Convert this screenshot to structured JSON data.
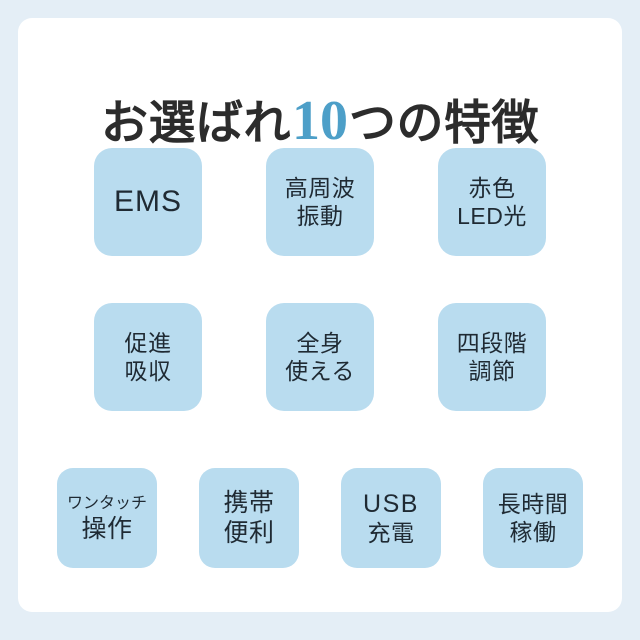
{
  "theme": {
    "page_background": "#e4eef6",
    "card_background": "#ffffff",
    "chip_background": "#b9dcef",
    "chip_text_color": "#1f2a33",
    "title_color": "#2c2c2c",
    "title_accent_color": "#4d9fc8"
  },
  "header": {
    "title_prefix": "お選ばれ",
    "title_number": "10",
    "title_suffix": "つの特徴",
    "title_full": "お選ばれ10つの特徴"
  },
  "features": {
    "row1": [
      {
        "line1": "EMS",
        "line2": ""
      },
      {
        "line1": "高周波",
        "line2": "振動"
      },
      {
        "line1": "赤色",
        "line2": "LED光"
      }
    ],
    "row2": [
      {
        "line1": "促進",
        "line2": "吸収"
      },
      {
        "line1": "全身",
        "line2": "使える"
      },
      {
        "line1": "四段階",
        "line2": "調節"
      }
    ],
    "row3": [
      {
        "line1": "ワンタッチ",
        "line2": "操作"
      },
      {
        "line1": "携帯",
        "line2": "便利"
      },
      {
        "line1": "USB",
        "line2": "充電"
      },
      {
        "line1": "長時間",
        "line2": "稼働"
      }
    ]
  }
}
